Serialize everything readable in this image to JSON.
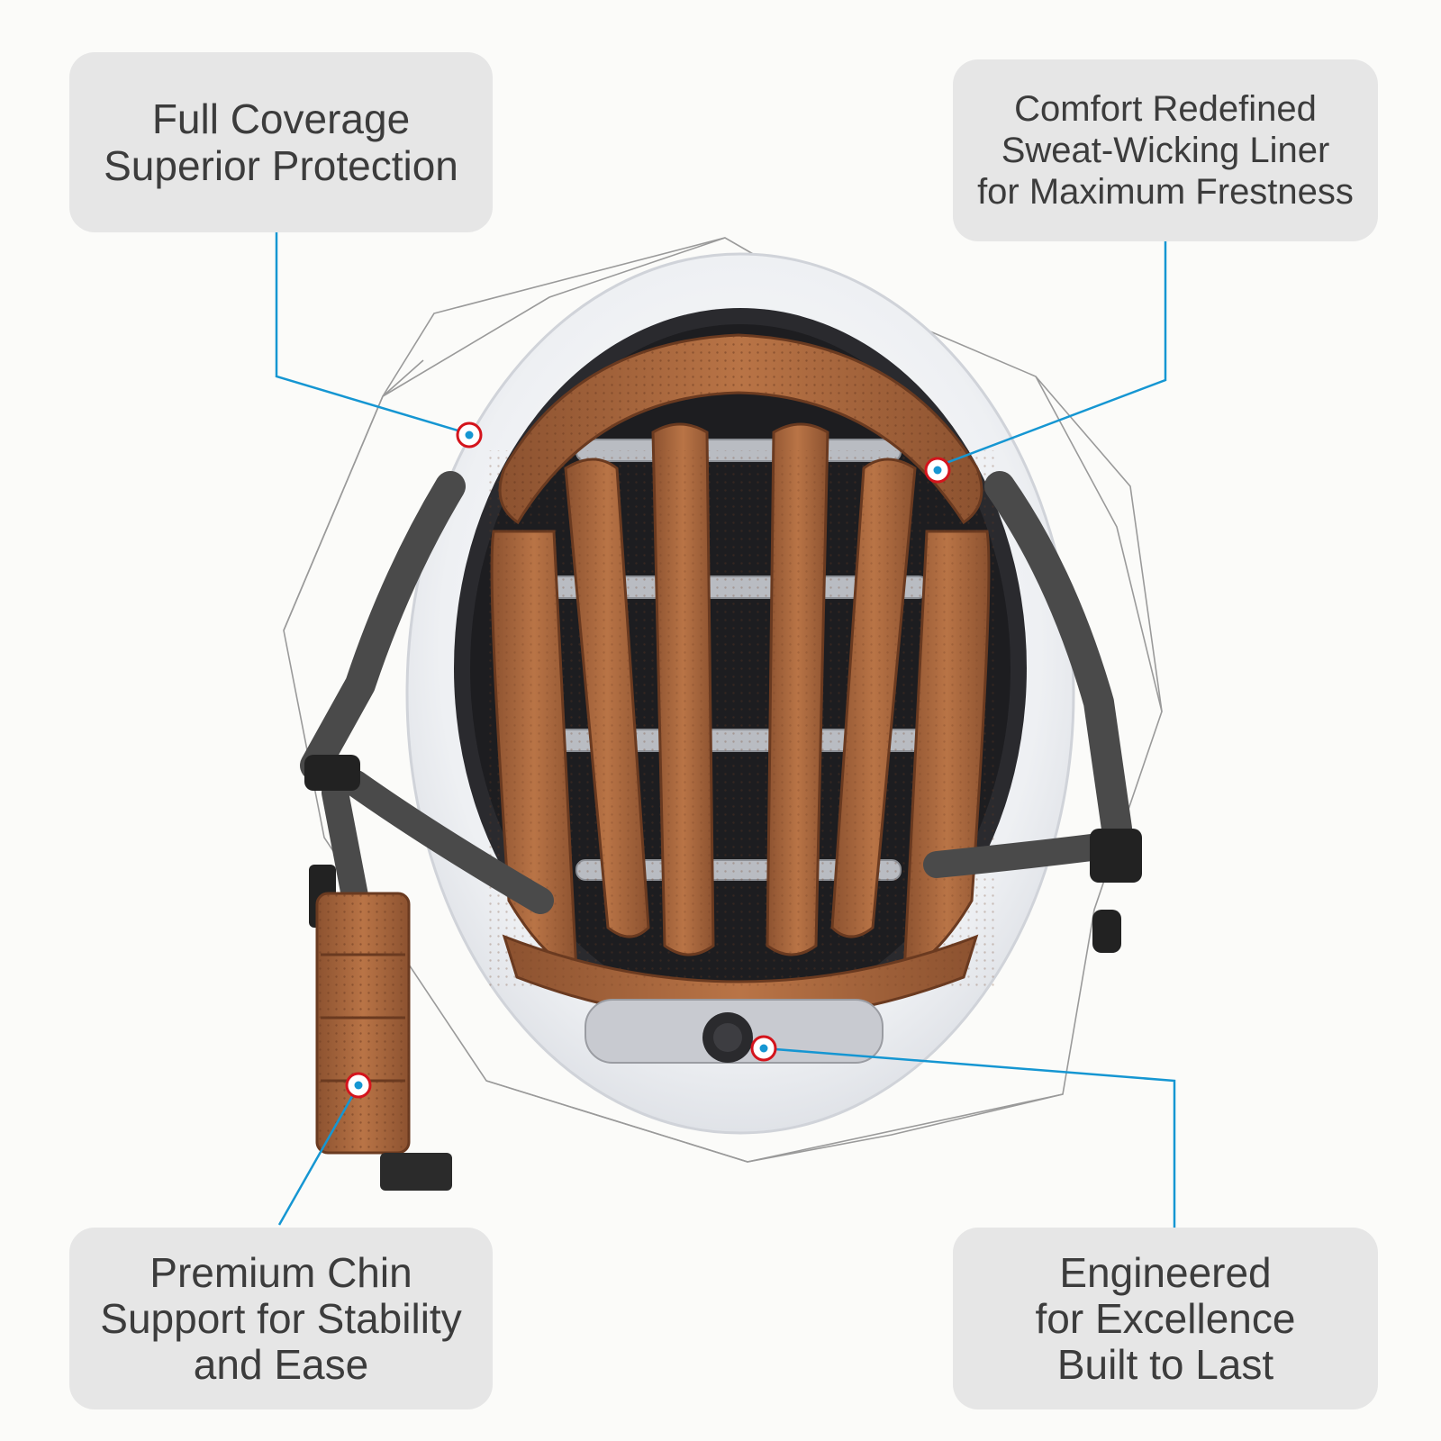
{
  "callouts": {
    "full_coverage": {
      "line1": "Full Coverage",
      "line2": "Superior Protection"
    },
    "comfort": {
      "line1": "Comfort Redefined",
      "line2": "Sweat-Wicking Liner",
      "line3": "for Maximum Frestness"
    },
    "chin_support": {
      "line1": "Premium Chin",
      "line2": "Support for Stability",
      "line3": "and Ease"
    },
    "engineered": {
      "line1": "Engineered",
      "line2": "for Excellence",
      "line3": "Built to Last"
    }
  },
  "colors": {
    "callout_bg": "#e6e6e6",
    "callout_text": "#3c3c3c",
    "leader_line": "#1596d2",
    "marker_ring": "#d4141c",
    "liner_brown": "#a8683f",
    "strap_gray": "#4a4a4a",
    "shell_white": "#f3f3f5"
  },
  "icons": {
    "marker": "target-marker-icon"
  }
}
